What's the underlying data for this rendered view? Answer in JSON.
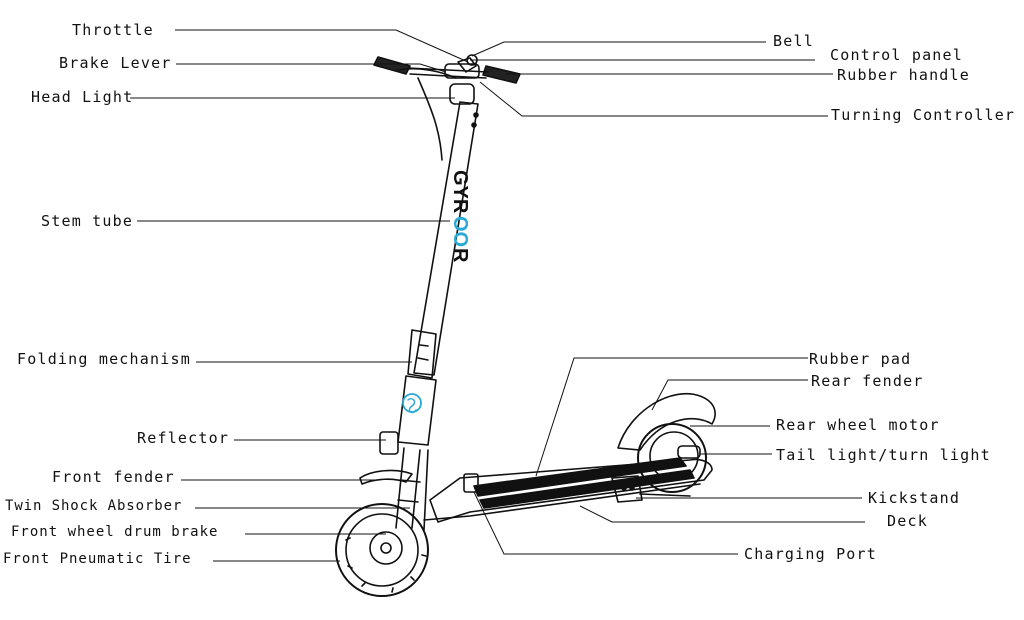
{
  "diagram": {
    "brand": "GYROOR",
    "labels_left": {
      "throttle": "Throttle",
      "brake_lever": "Brake Lever",
      "head_light": "Head Light",
      "stem_tube": "Stem tube",
      "folding_mechanism": "Folding mechanism",
      "reflector": "Reflector",
      "front_fender": "Front fender",
      "twin_shock_absorber": "Twin Shock Absorber",
      "front_drum_brake": "Front wheel drum brake",
      "front_tire": "Front Pneumatic Tire"
    },
    "labels_right": {
      "bell": "Bell",
      "control_panel": "Control panel",
      "rubber_handle": "Rubber handle",
      "turning_controller": "Turning Controller",
      "rubber_pad": "Rubber pad",
      "rear_fender": "Rear fender",
      "rear_wheel_motor": "Rear wheel motor",
      "tail_light": "Tail light/turn light",
      "kickstand": "Kickstand",
      "deck": "Deck",
      "charging_port": "Charging Port"
    },
    "colors": {
      "line": "#111111",
      "accent": "#29a9d6"
    }
  }
}
